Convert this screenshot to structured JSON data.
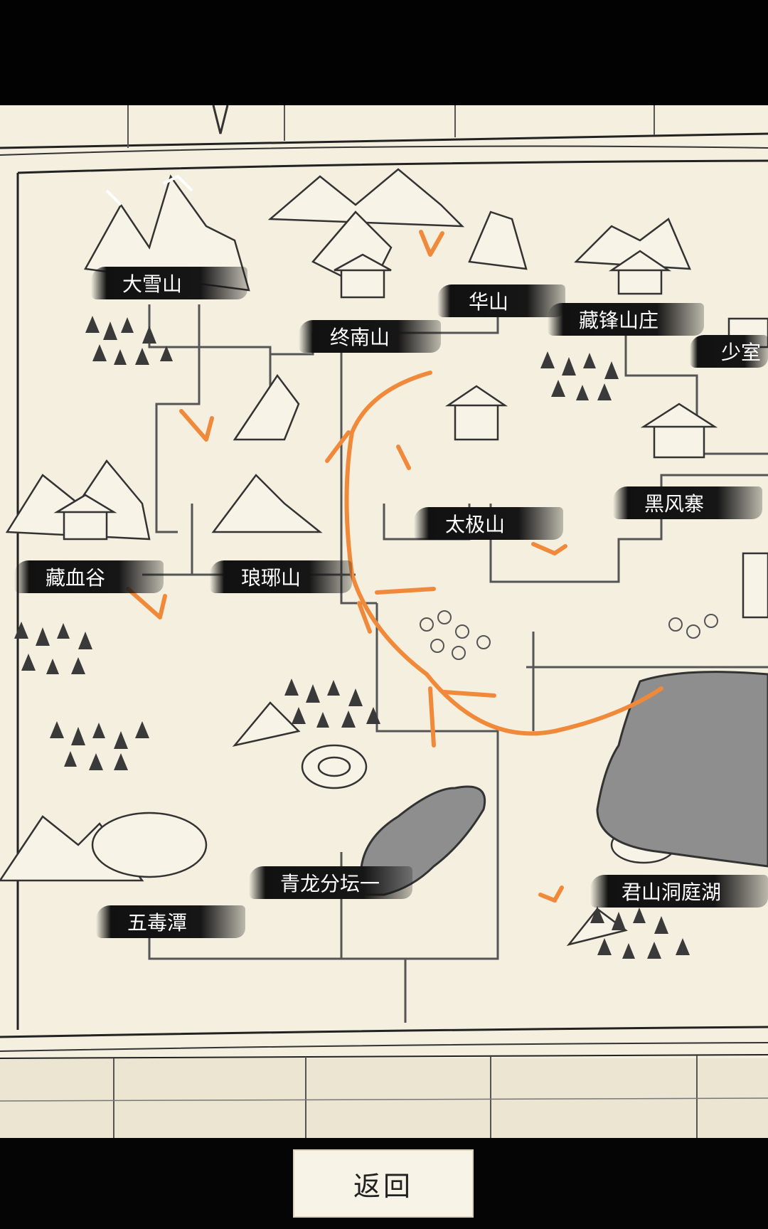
{
  "map": {
    "locations": [
      {
        "id": "daxueshan",
        "label": "大雪山"
      },
      {
        "id": "zhongnanshan",
        "label": "终南山"
      },
      {
        "id": "huashan",
        "label": "华山"
      },
      {
        "id": "cangfengshanzhuang",
        "label": "藏锋山庄"
      },
      {
        "id": "shaoshi",
        "label": "少室"
      },
      {
        "id": "taijishan",
        "label": "太极山"
      },
      {
        "id": "heifengzhai",
        "label": "黑风寨"
      },
      {
        "id": "cangxuegu",
        "label": "藏血谷"
      },
      {
        "id": "langyashan",
        "label": "琅琊山"
      },
      {
        "id": "qinglongfentan",
        "label": "青龙分坛一"
      },
      {
        "id": "wuduta",
        "label": "五毒潭"
      },
      {
        "id": "junshandongtinghu",
        "label": "君山洞庭湖"
      }
    ]
  },
  "colors": {
    "parchment": "#f4efdf",
    "ink": "#2a2a2a",
    "annotation": "#f08a3a",
    "lake": "#8e8e8e"
  },
  "footer": {
    "back_label": "返回"
  }
}
